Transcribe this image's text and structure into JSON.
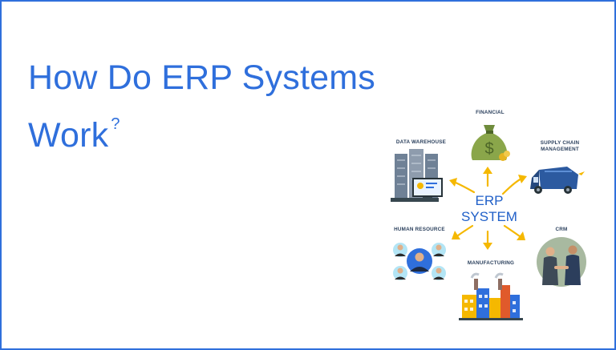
{
  "heading": {
    "line1": "How Do ERP Systems",
    "line2": "Work",
    "mark": "?"
  },
  "diagram": {
    "center": {
      "line1": "ERP",
      "line2": "SYSTEM"
    },
    "nodes": {
      "financial": {
        "label": "FINANCIAL",
        "icon": "money-bag-icon"
      },
      "supply_chain": {
        "line1": "SUPPLY CHAIN",
        "line2": "MANAGEMENT",
        "icon": "delivery-van-icon"
      },
      "data_warehouse": {
        "label": "DATA WAREHOUSE",
        "icon": "server-racks-icon"
      },
      "human_resource": {
        "label": "HUMAN RESOURCE",
        "icon": "people-group-icon"
      },
      "crm": {
        "label": "CRM",
        "icon": "handshake-icon"
      },
      "manufacturing": {
        "label": "MANUFACTURING",
        "icon": "factory-icon"
      }
    },
    "colors": {
      "accent": "#2f6fdc",
      "arrow": "#f5b800",
      "label": "#2a3f5c"
    }
  }
}
